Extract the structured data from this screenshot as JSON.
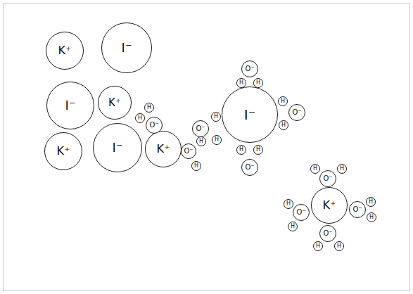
{
  "diagram": {
    "nodes": [
      {
        "text": [
          "K⁺"
        ]
      },
      {
        "text": [
          "I⁻"
        ]
      },
      {
        "text": [
          "I⁻"
        ]
      },
      {
        "text": [
          "K⁺"
        ]
      },
      {
        "text": [
          "K⁺"
        ]
      },
      {
        "text": [
          "I⁻"
        ]
      },
      {
        "text": [
          "K⁺"
        ]
      },
      {
        "text": [
          "O⁻"
        ]
      },
      {
        "text": [
          "H"
        ]
      },
      {
        "text": [
          "H"
        ]
      },
      {
        "text": [
          "O⁻"
        ]
      },
      {
        "text": [
          "H"
        ]
      },
      {
        "text": [
          "H"
        ]
      },
      {
        "text": [
          "I⁻"
        ]
      },
      {
        "text": [
          "O⁻"
        ]
      },
      {
        "text": [
          "H"
        ]
      },
      {
        "text": [
          "H"
        ]
      },
      {
        "text": [
          "O⁻"
        ]
      },
      {
        "text": [
          "H"
        ]
      },
      {
        "text": [
          "H"
        ]
      },
      {
        "text": [
          "O⁻"
        ]
      },
      {
        "text": [
          "H"
        ]
      },
      {
        "text": [
          "H"
        ]
      },
      {
        "text": [
          "O⁻"
        ]
      },
      {
        "text": [
          "H"
        ]
      },
      {
        "text": [
          "H"
        ]
      },
      {
        "text": [
          "K⁺"
        ]
      },
      {
        "text": [
          "O⁻"
        ]
      },
      {
        "text": [
          "H"
        ]
      },
      {
        "text": [
          "H"
        ]
      },
      {
        "text": [
          "O⁻"
        ]
      },
      {
        "text": [
          "H"
        ]
      },
      {
        "text": [
          "H"
        ]
      },
      {
        "text": [
          "O⁻"
        ]
      },
      {
        "text": [
          "H"
        ]
      },
      {
        "text": [
          "H"
        ]
      },
      {
        "text": [
          "O⁻"
        ]
      },
      {
        "text": [
          "H"
        ]
      },
      {
        "text": [
          "H"
        ]
      }
    ]
  }
}
